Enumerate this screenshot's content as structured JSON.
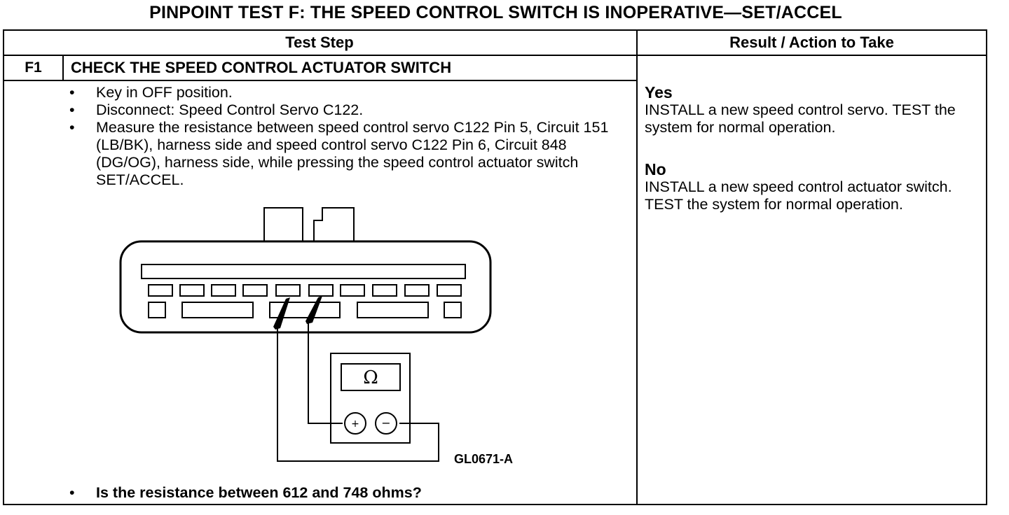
{
  "title": "PINPOINT TEST  F: THE SPEED CONTROL SWITCH IS INOPERATIVE—SET/ACCEL",
  "table": {
    "headers": {
      "test_step": "Test Step",
      "result_action": "Result / Action to Take"
    },
    "step": {
      "id": "F1",
      "title": "CHECK THE SPEED CONTROL ACTUATOR SWITCH",
      "bullets": [
        "Key in OFF position.",
        "Disconnect: Speed Control Servo C122.",
        "Measure the resistance between speed control servo C122 Pin 5, Circuit 151 (LB/BK), harness side and speed control servo C122 Pin 6, Circuit 848 (DG/OG), harness side, while pressing the speed control actuator switch SET/ACCEL."
      ],
      "question": "Is the resistance between 612 and 748 ohms?",
      "figure": {
        "id": "GL0671-A",
        "meter_symbol": "Ω",
        "plus_symbol": "+",
        "minus_symbol": "−"
      }
    },
    "results": [
      {
        "label": "Yes",
        "action": "INSTALL a new speed control servo. TEST the system for normal operation."
      },
      {
        "label": "No",
        "action": "INSTALL a new speed control actuator switch. TEST the system for normal operation."
      }
    ]
  }
}
